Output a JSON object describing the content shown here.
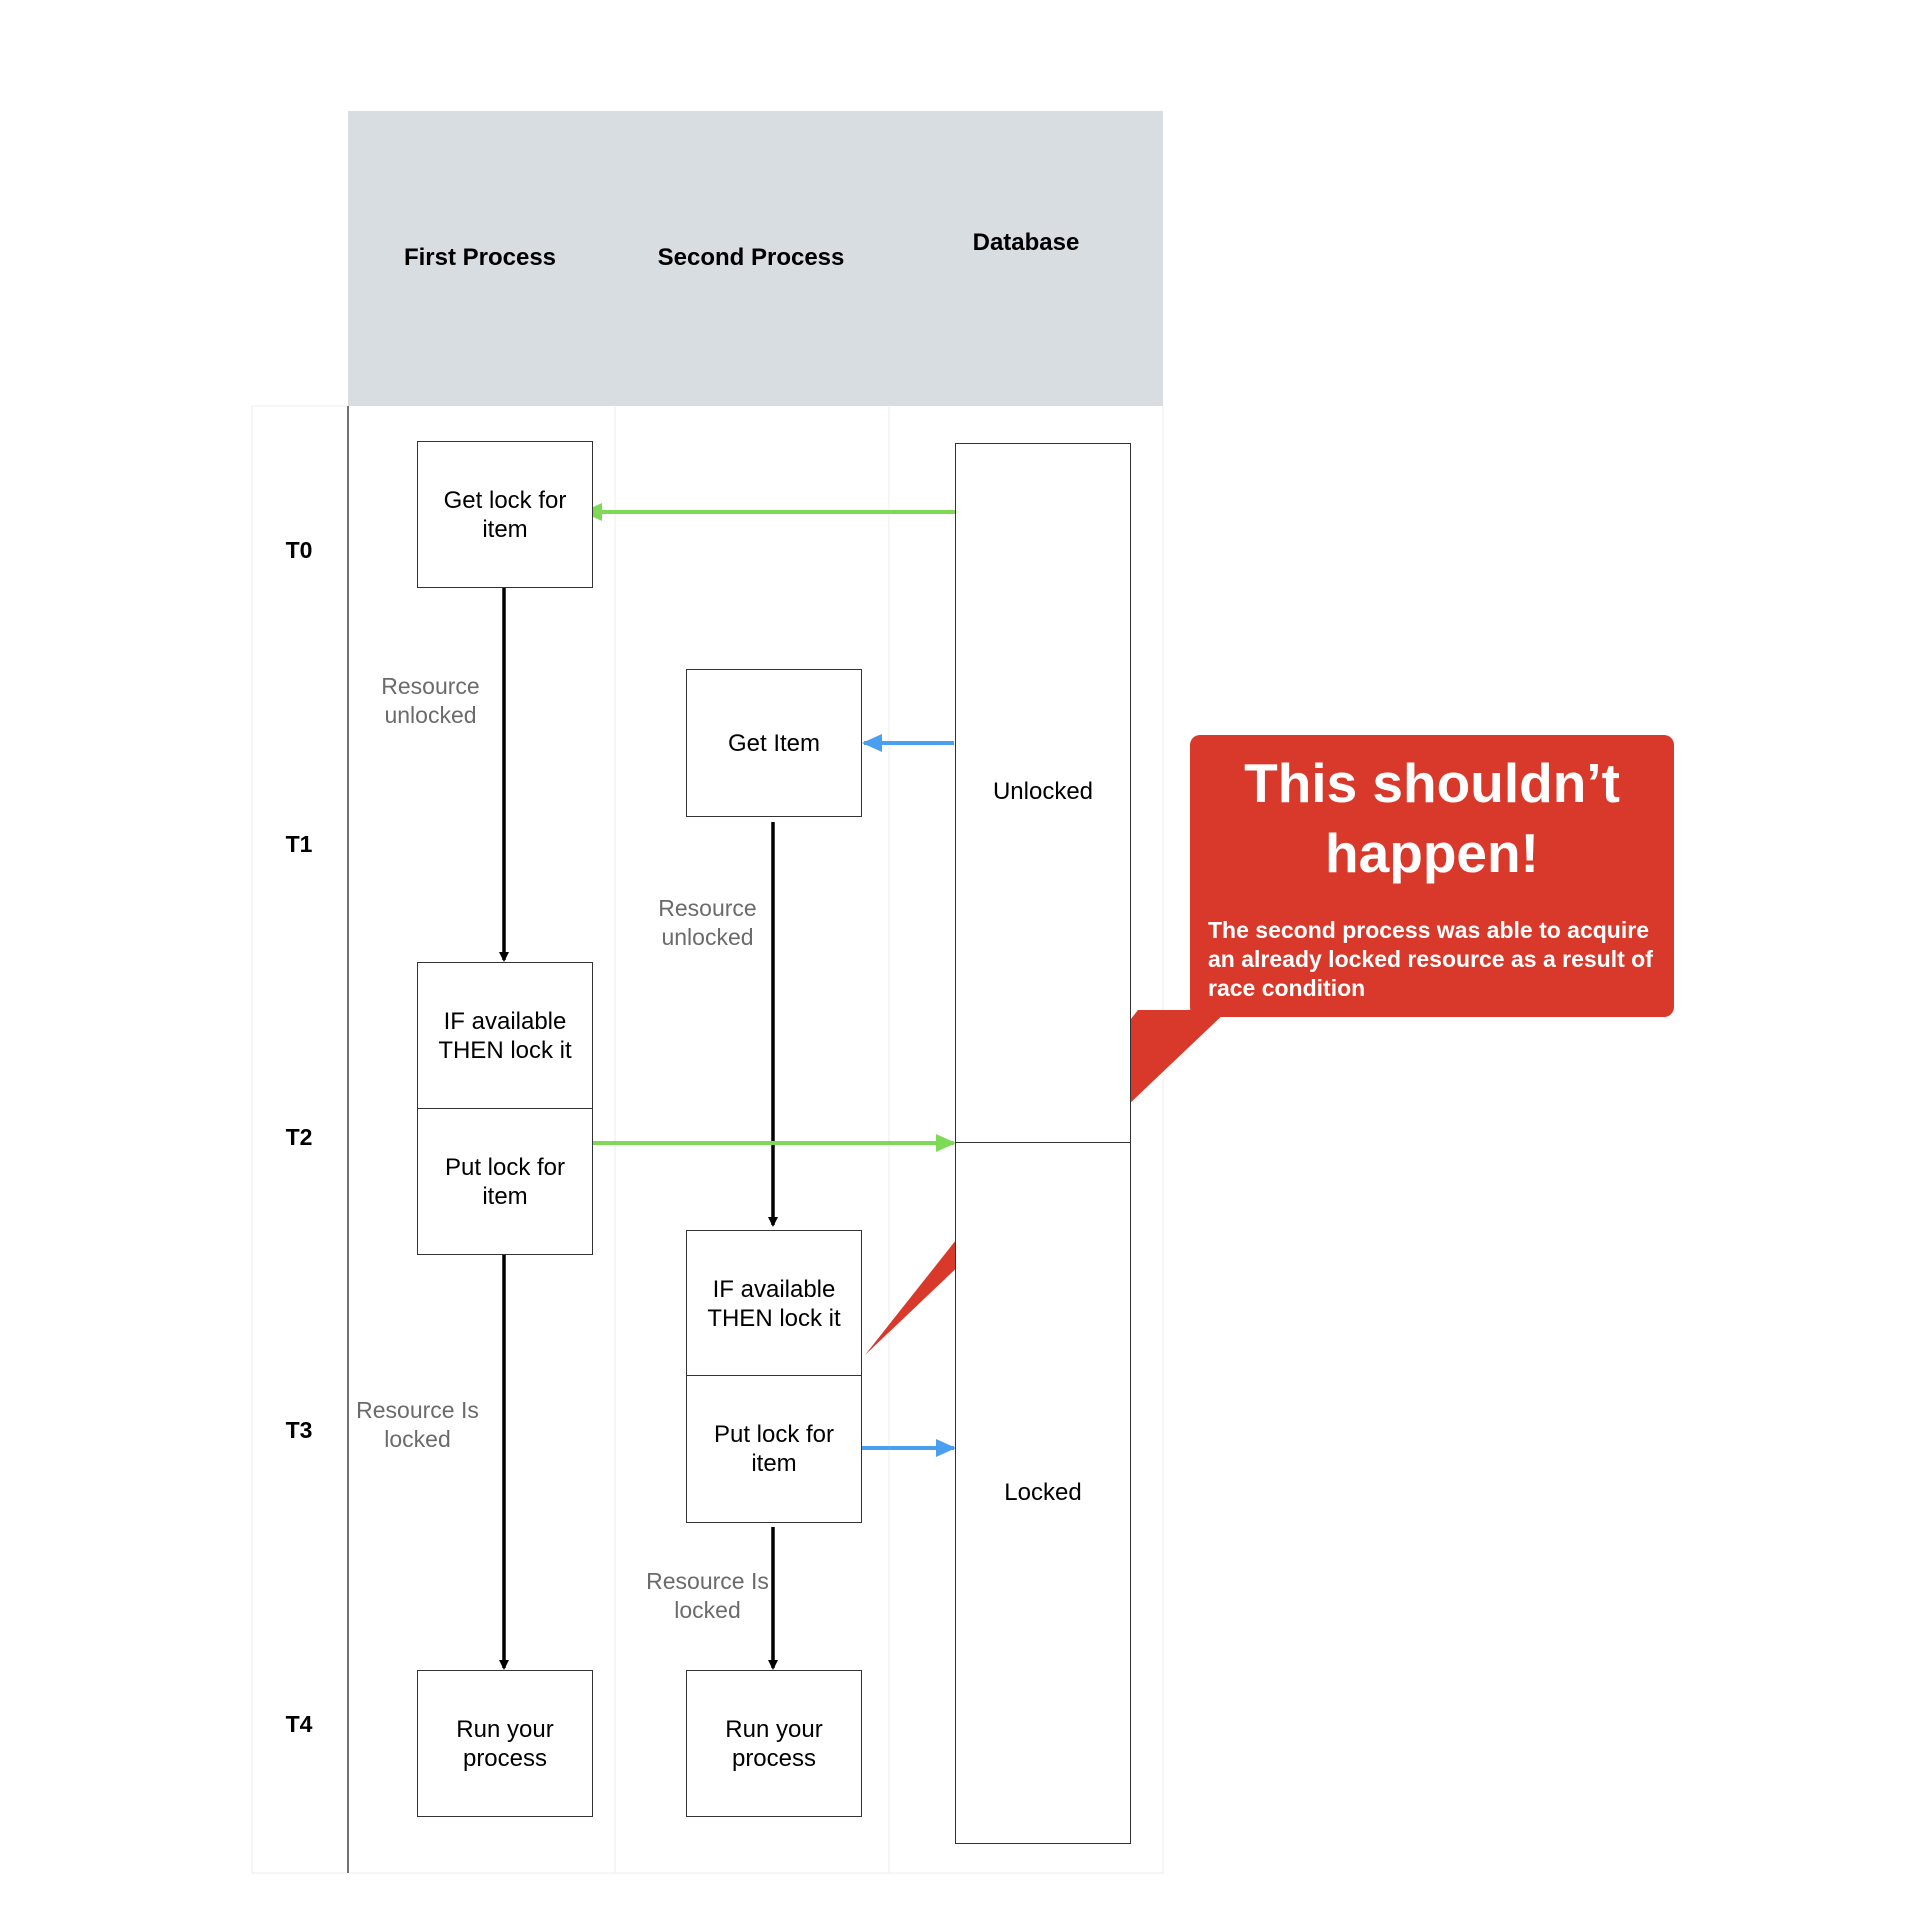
{
  "columns": {
    "first": "First Process",
    "second": "Second Process",
    "database": "Database"
  },
  "rows": [
    "T0",
    "T1",
    "T2",
    "T3",
    "T4"
  ],
  "first_process": {
    "get_lock": "Get lock for item",
    "if_available": "IF available THEN lock it",
    "put_lock": "Put lock for item",
    "run": "Run your process",
    "note_unlocked": "Resource unlocked",
    "note_locked": "Resource Is locked"
  },
  "second_process": {
    "get_item": "Get Item",
    "if_available": "IF available THEN lock it",
    "put_lock": "Put lock for item",
    "run": "Run your process",
    "note_unlocked": "Resource unlocked",
    "note_locked": "Resource Is locked"
  },
  "database": {
    "unlocked": "Unlocked",
    "locked": "Locked"
  },
  "callout": {
    "title": "This shouldn’t happen!",
    "body": "The second process was able to acquire an already locked resource as a result of race condition"
  },
  "colors": {
    "header_bg": "#d8dde1",
    "green_arrow": "#7ed957",
    "blue_arrow": "#4a9ff0",
    "callout_bg": "#d9392a"
  }
}
